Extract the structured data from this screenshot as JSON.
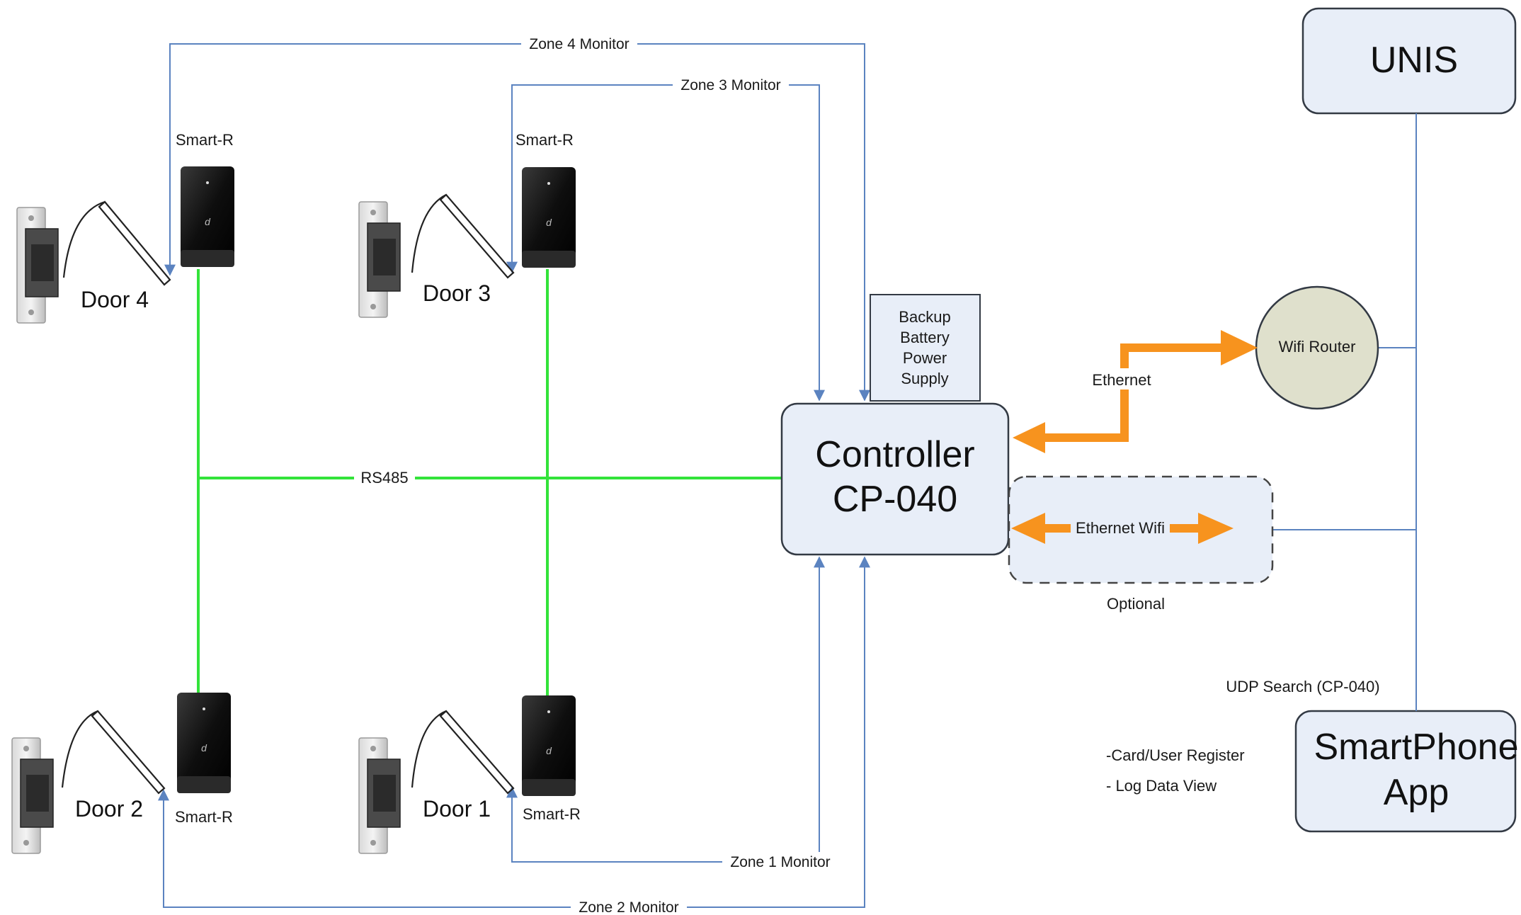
{
  "nodes": {
    "unis": "UNIS",
    "controller_line1": "Controller",
    "controller_line2": "CP-040",
    "battery_lines": [
      "Backup",
      "Battery",
      "Power",
      "Supply"
    ],
    "wifi_router": "Wifi Router",
    "smartphone_line1": "SmartPhone",
    "smartphone_line2": "App"
  },
  "doors": {
    "door4": "Door 4",
    "door3": "Door 3",
    "door2": "Door 2",
    "door1": "Door 1"
  },
  "readers": {
    "reader4": "Smart-R",
    "reader3": "Smart-R",
    "reader2": "Smart-R",
    "reader1": "Smart-R"
  },
  "monitors": {
    "zone4": "Zone 4 Monitor",
    "zone3": "Zone 3 Monitor",
    "zone1": "Zone 1 Monitor",
    "zone2": "Zone 2 Monitor"
  },
  "links": {
    "rs485": "RS485",
    "ethernet": "Ethernet",
    "ethernet_wifi": "Ethernet Wifi",
    "optional": "Optional",
    "udp_search": "UDP Search (CP-040)"
  },
  "app_features": [
    "-Card/User Register",
    "- Log Data View"
  ],
  "colors": {
    "bus_green": "#33e33a",
    "monitor_blue": "#5b83c0",
    "ethernet_orange": "#f7931e",
    "box_fill": "#e8eef8",
    "router_fill": "#dfe0cc"
  }
}
